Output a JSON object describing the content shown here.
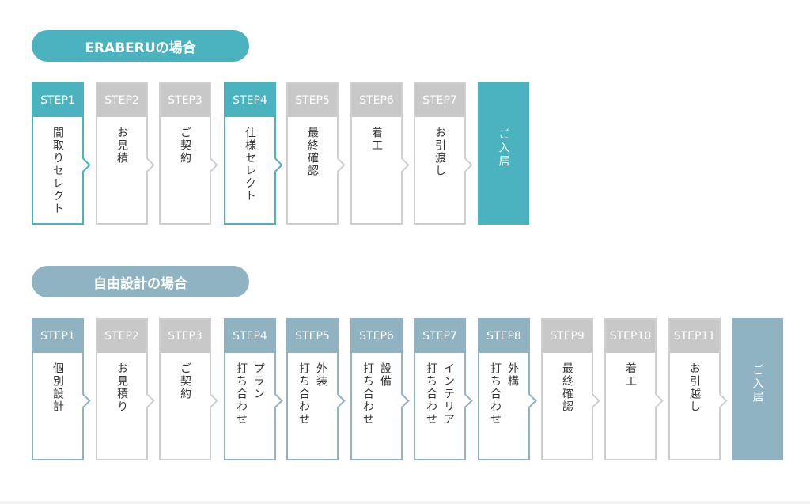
{
  "colors": {
    "teal": "#4ab3bf",
    "blue": "#8fb3c2",
    "inactive": "#c8c8c8"
  },
  "eraberu": {
    "title": "ERABERUの場合",
    "steps": [
      {
        "label": "STEP1",
        "text": "間取りセレクト",
        "active": true
      },
      {
        "label": "STEP2",
        "text": "お見積",
        "active": false
      },
      {
        "label": "STEP3",
        "text": "ご契約",
        "active": false
      },
      {
        "label": "STEP4",
        "text": "仕様セレクト",
        "active": true
      },
      {
        "label": "STEP5",
        "text": "最終確認",
        "active": false
      },
      {
        "label": "STEP6",
        "text": "着工",
        "active": false
      },
      {
        "label": "STEP7",
        "text": "お引渡し",
        "active": false
      }
    ],
    "final": "ご入居"
  },
  "custom": {
    "title": "自由設計の場合",
    "steps": [
      {
        "label": "STEP1",
        "text": "個別設計",
        "active": true
      },
      {
        "label": "STEP2",
        "text": "お見積り",
        "active": false
      },
      {
        "label": "STEP3",
        "text": "ご契約",
        "active": false
      },
      {
        "label": "STEP4",
        "text": "プラン\n打ち合わせ",
        "active": true
      },
      {
        "label": "STEP5",
        "text": "外装\n打ち合わせ",
        "active": true
      },
      {
        "label": "STEP6",
        "text": "設備\n打ち合わせ",
        "active": true
      },
      {
        "label": "STEP7",
        "text": "インテリア\n打ち合わせ",
        "active": true
      },
      {
        "label": "STEP8",
        "text": "外構\n打ち合わせ",
        "active": true
      },
      {
        "label": "STEP9",
        "text": "最終確認",
        "active": false
      },
      {
        "label": "STEP10",
        "text": "着工",
        "active": false
      },
      {
        "label": "STEP11",
        "text": "お引越し",
        "active": false
      }
    ],
    "final": "ご入居"
  }
}
